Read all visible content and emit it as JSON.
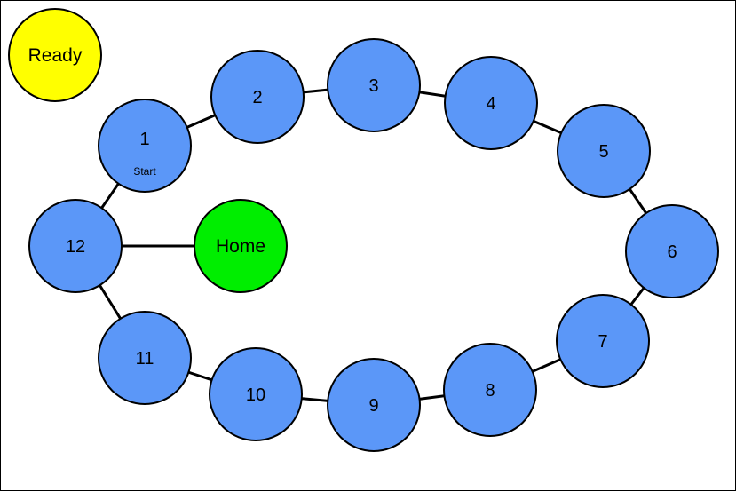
{
  "status_node": {
    "label": "Ready",
    "color": "#ffff00"
  },
  "home_node": {
    "label": "Home",
    "color": "#00ee00"
  },
  "ring_color": "#5b97f8",
  "ring_nodes": [
    {
      "label": "1",
      "sublabel": "Start"
    },
    {
      "label": "2"
    },
    {
      "label": "3"
    },
    {
      "label": "4"
    },
    {
      "label": "5"
    },
    {
      "label": "6"
    },
    {
      "label": "7"
    },
    {
      "label": "8"
    },
    {
      "label": "9"
    },
    {
      "label": "10"
    },
    {
      "label": "11"
    },
    {
      "label": "12"
    }
  ]
}
